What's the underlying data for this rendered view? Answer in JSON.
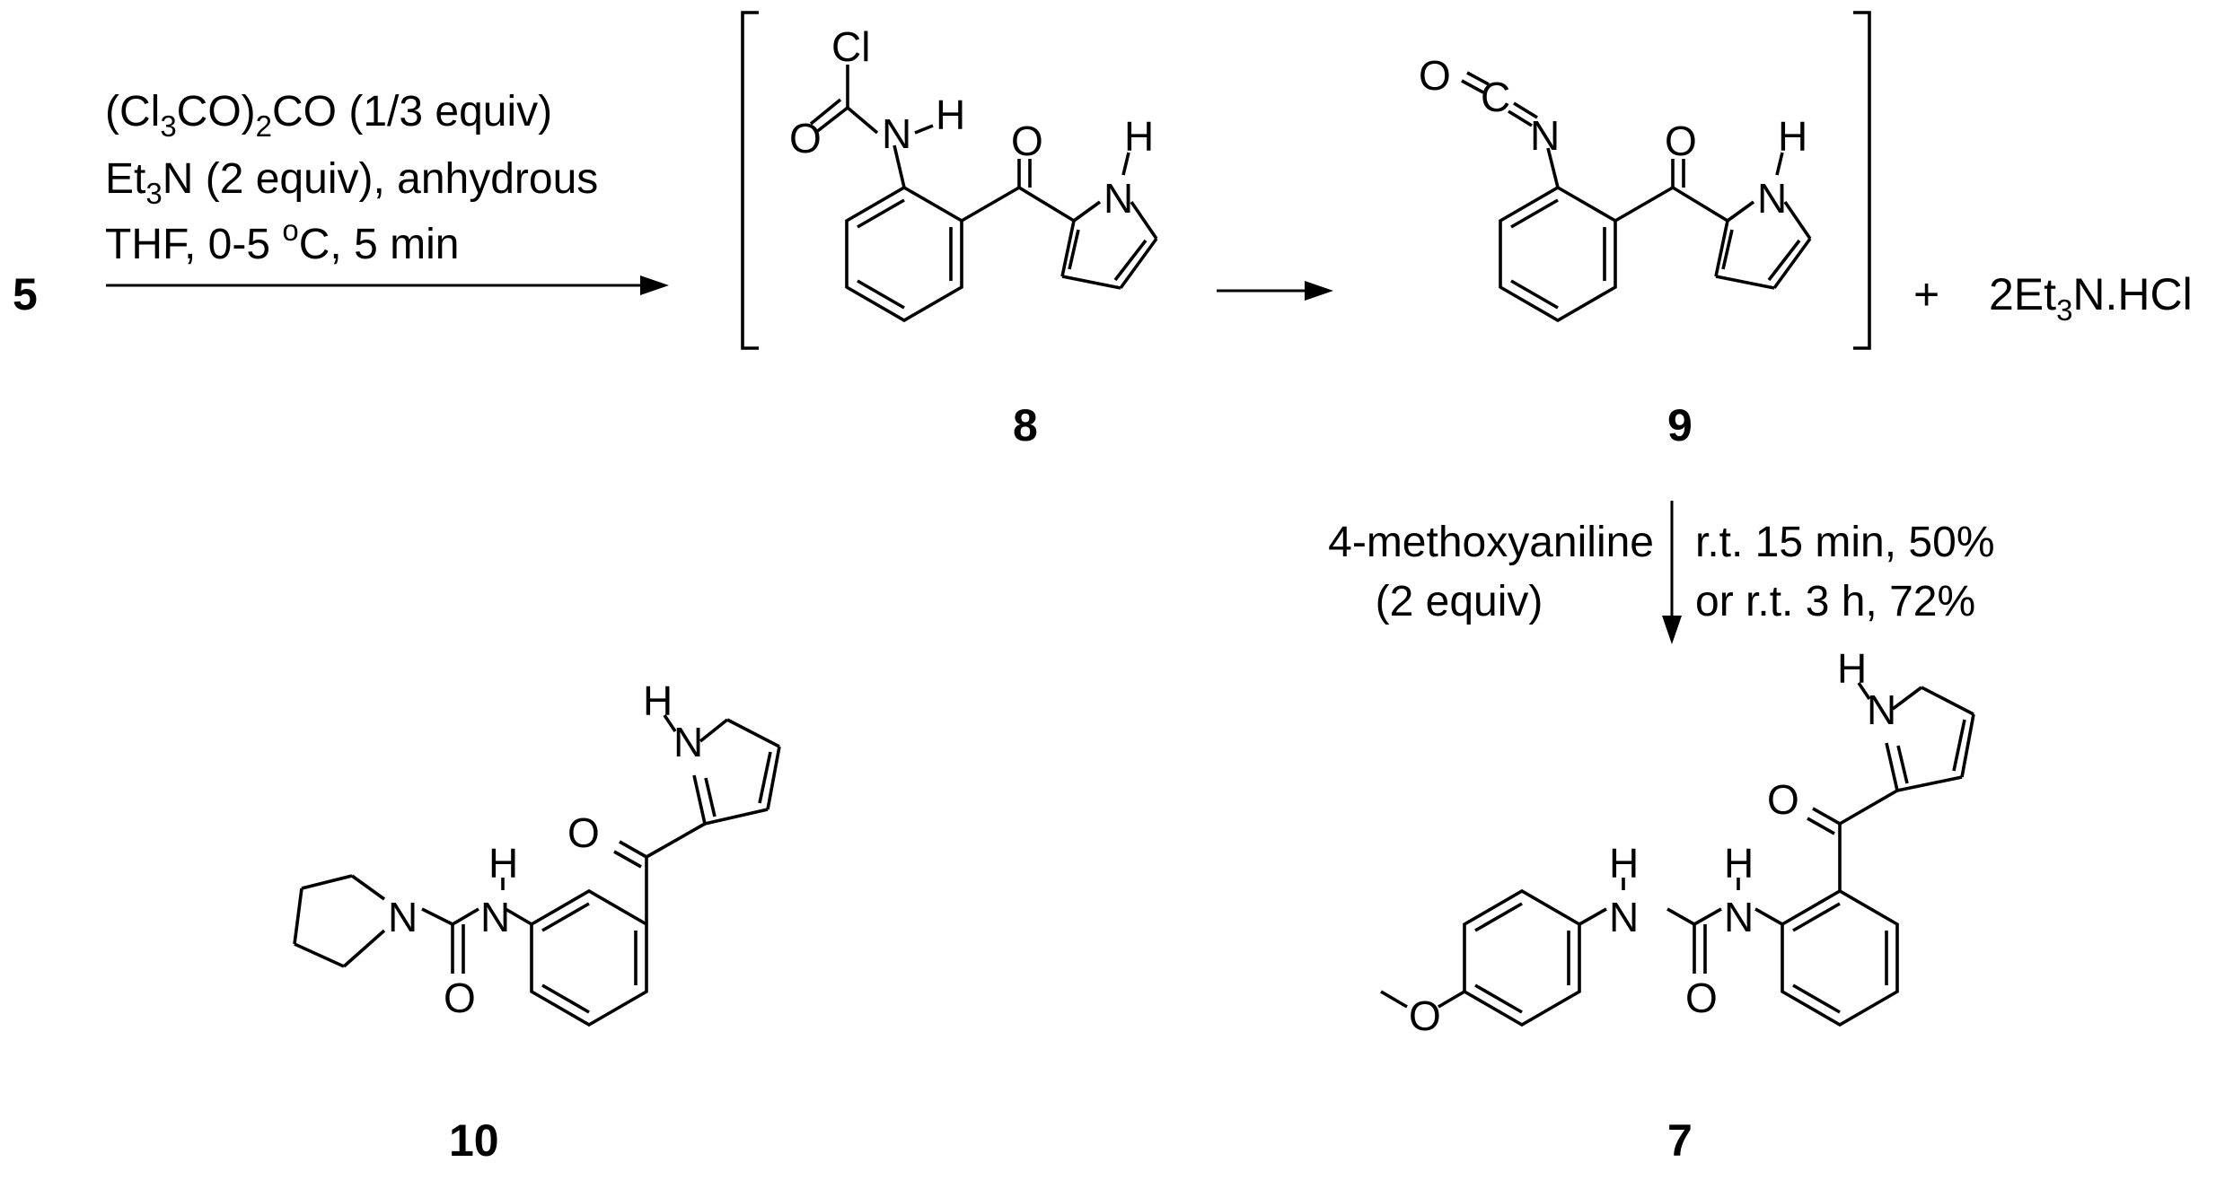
{
  "start_compound": "5",
  "step1": {
    "reagent_line1": {
      "a": "(Cl",
      "b": "3",
      "c": "CO)",
      "d": "2",
      "e": "CO (1/3 equiv)"
    },
    "reagent_line2": {
      "a": "Et",
      "b": "3",
      "c": "N (2 equiv), anhydrous"
    },
    "reagent_line3": {
      "a": "THF,  0-5 ",
      "b": "o",
      "c": "C, 5 min"
    }
  },
  "intermediates": {
    "first": {
      "label": "8"
    },
    "second": {
      "label": "9"
    }
  },
  "byproduct": {
    "plus": "+",
    "a": "2Et",
    "b": "3",
    "c": "N.HCl"
  },
  "step2": {
    "left_line1": "4-methoxyaniline",
    "left_line2": "(2 equiv)",
    "right_line1": "r.t.  15 min, 50%",
    "right_line2": "or r.t.  3 h, 72%"
  },
  "products": {
    "pyrrolidine_urea": {
      "label": "10"
    },
    "aryl_urea": {
      "label": "7"
    }
  },
  "atoms": {
    "Cl": "Cl",
    "O": "O",
    "N": "N",
    "H": "H",
    "C": "C"
  }
}
